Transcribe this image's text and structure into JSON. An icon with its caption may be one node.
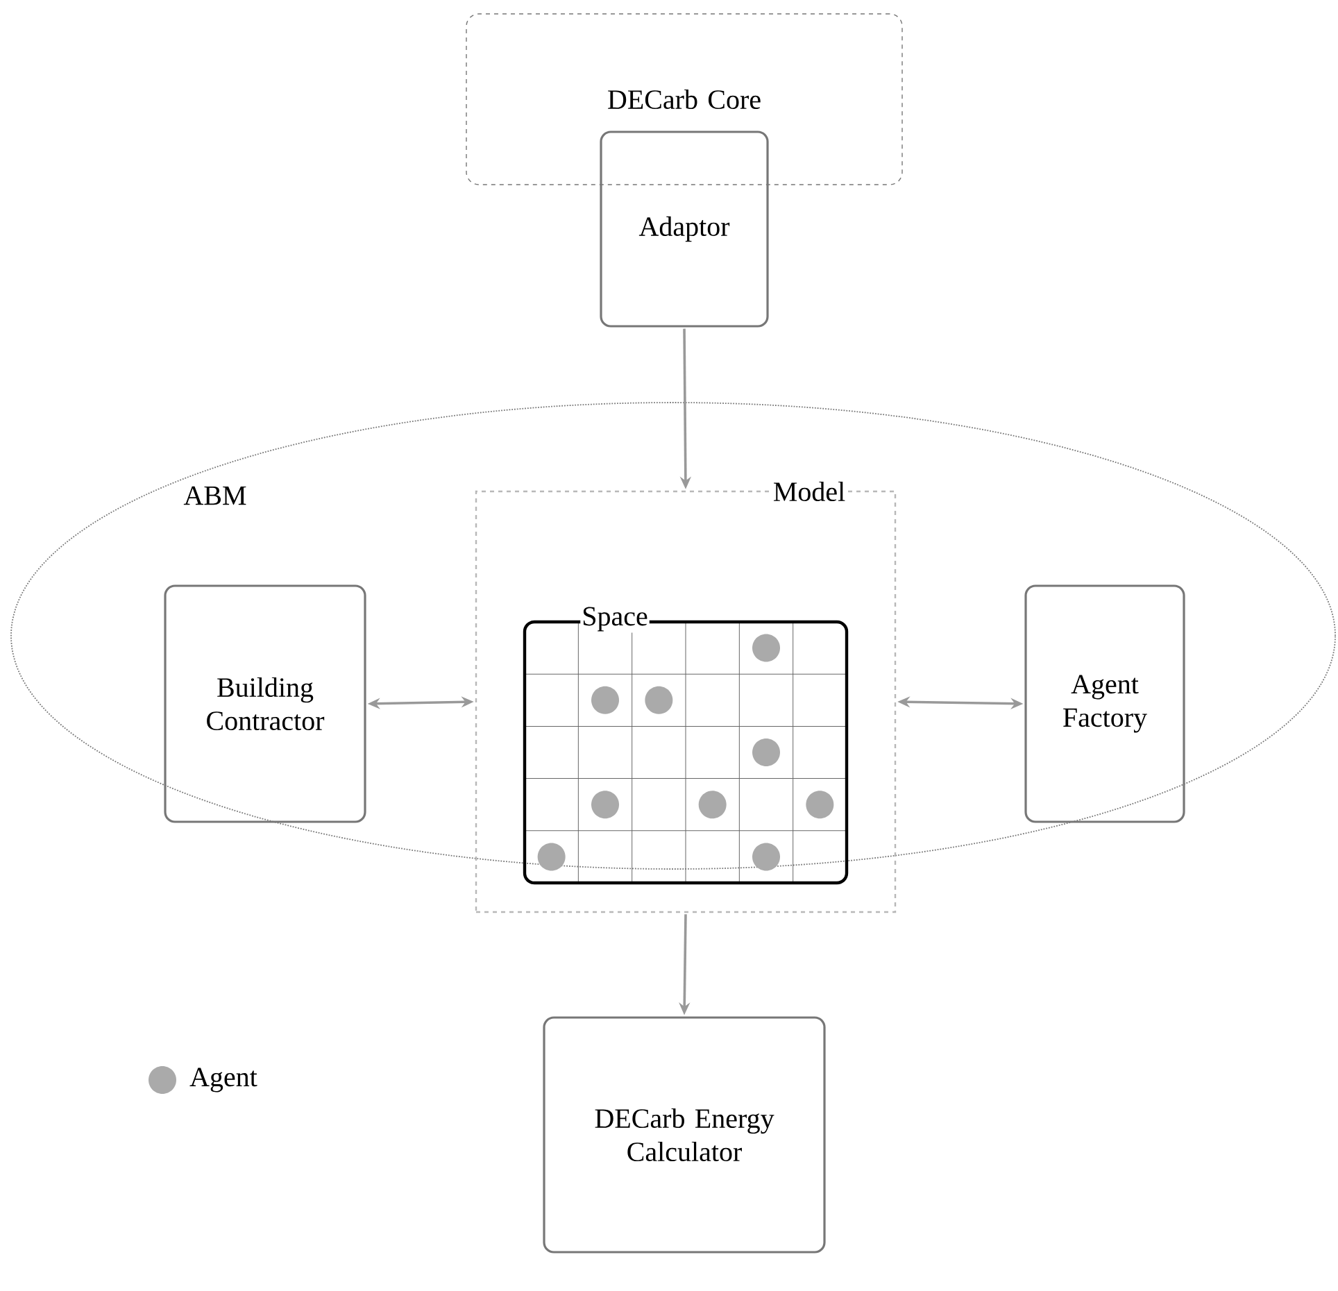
{
  "diagram": {
    "nodes": [
      {
        "text": [
          "DECarb Core"
        ]
      },
      {
        "text": [
          "Adaptor"
        ]
      },
      {
        "text": [
          "ABM"
        ]
      },
      {
        "text": [
          "Model"
        ],
        "in": 2
      },
      {
        "text": [
          "Space"
        ],
        "in": 3
      },
      {
        "text": [
          "Building Contractor"
        ],
        "in": 2
      },
      {
        "text": [
          "Agent Factory"
        ],
        "in": 2
      },
      {
        "text": [
          "DECarb Energy Calculator"
        ]
      }
    ],
    "edges": [
      {
        "from": 1,
        "to": 3,
        "arrow": "to"
      },
      {
        "from": 5,
        "to": 3,
        "arrow": "both"
      },
      {
        "from": 3,
        "to": 6,
        "arrow": "both"
      },
      {
        "from": 3,
        "to": 7,
        "arrow": "to"
      }
    ],
    "legend": [
      {
        "text": "Agent",
        "color": "#aaaaaa"
      }
    ]
  }
}
